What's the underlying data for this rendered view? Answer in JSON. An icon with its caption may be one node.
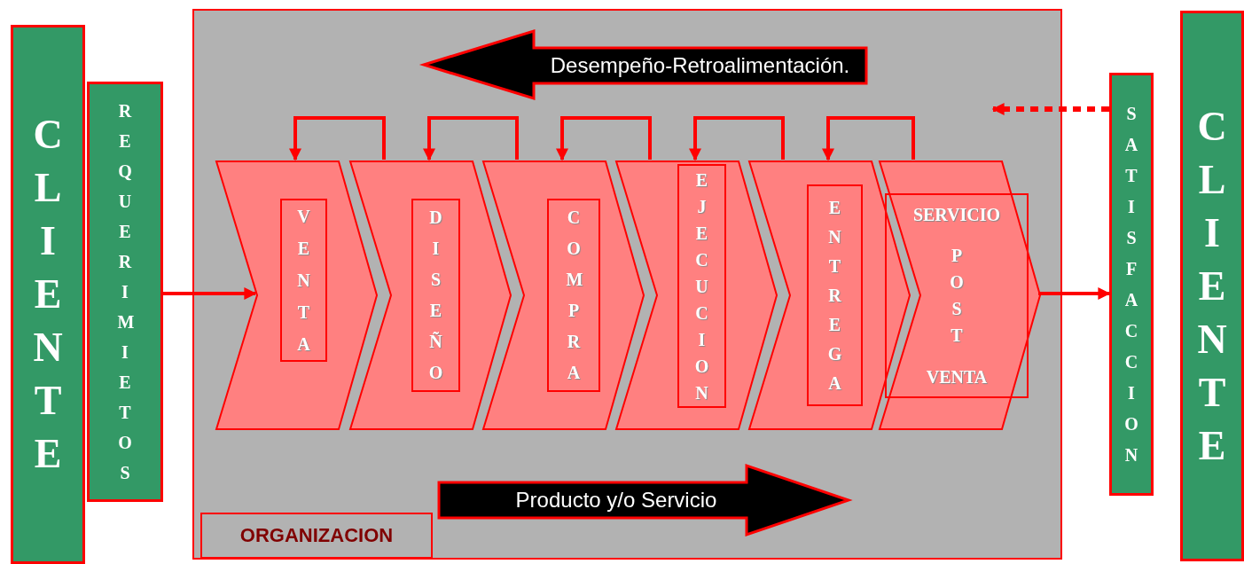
{
  "diagram": {
    "nodes": [
      {
        "text": [
          "CLIENTE"
        ]
      },
      {
        "text": [
          "REQUERIMIETOS"
        ]
      },
      {
        "text": [
          "ORGANIZACION"
        ]
      },
      {
        "text": [
          "Desempeño-Retroalimentación."
        ],
        "in": 2
      },
      {
        "text": [
          "Producto y/o Servicio"
        ],
        "in": 2
      },
      {
        "text": [
          "VENTA"
        ],
        "in": 2
      },
      {
        "text": [
          "DISEÑO"
        ],
        "in": 2
      },
      {
        "text": [
          "COMPRA"
        ],
        "in": 2
      },
      {
        "text": [
          "EJECUCION"
        ],
        "in": 2
      },
      {
        "text": [
          "ENTREGA"
        ],
        "in": 2
      },
      {
        "text": [
          "SERVICIO",
          "POST",
          "VENTA"
        ],
        "in": 2
      },
      {
        "text": [
          "SATISFACCION"
        ]
      },
      {
        "text": [
          "CLIENTE"
        ]
      }
    ],
    "edges": [
      {
        "from": 1,
        "to": 5,
        "arrow": "to"
      },
      {
        "from": 6,
        "to": 5,
        "arrow": "to"
      },
      {
        "from": 7,
        "to": 6,
        "arrow": "to"
      },
      {
        "from": 8,
        "to": 7,
        "arrow": "to"
      },
      {
        "from": 9,
        "to": 8,
        "arrow": "to"
      },
      {
        "from": 10,
        "to": 9,
        "arrow": "to"
      },
      {
        "from": 10,
        "to": 11,
        "arrow": "to"
      },
      {
        "from": 11,
        "to": null,
        "arrow": "to",
        "style": "dashed"
      }
    ]
  }
}
